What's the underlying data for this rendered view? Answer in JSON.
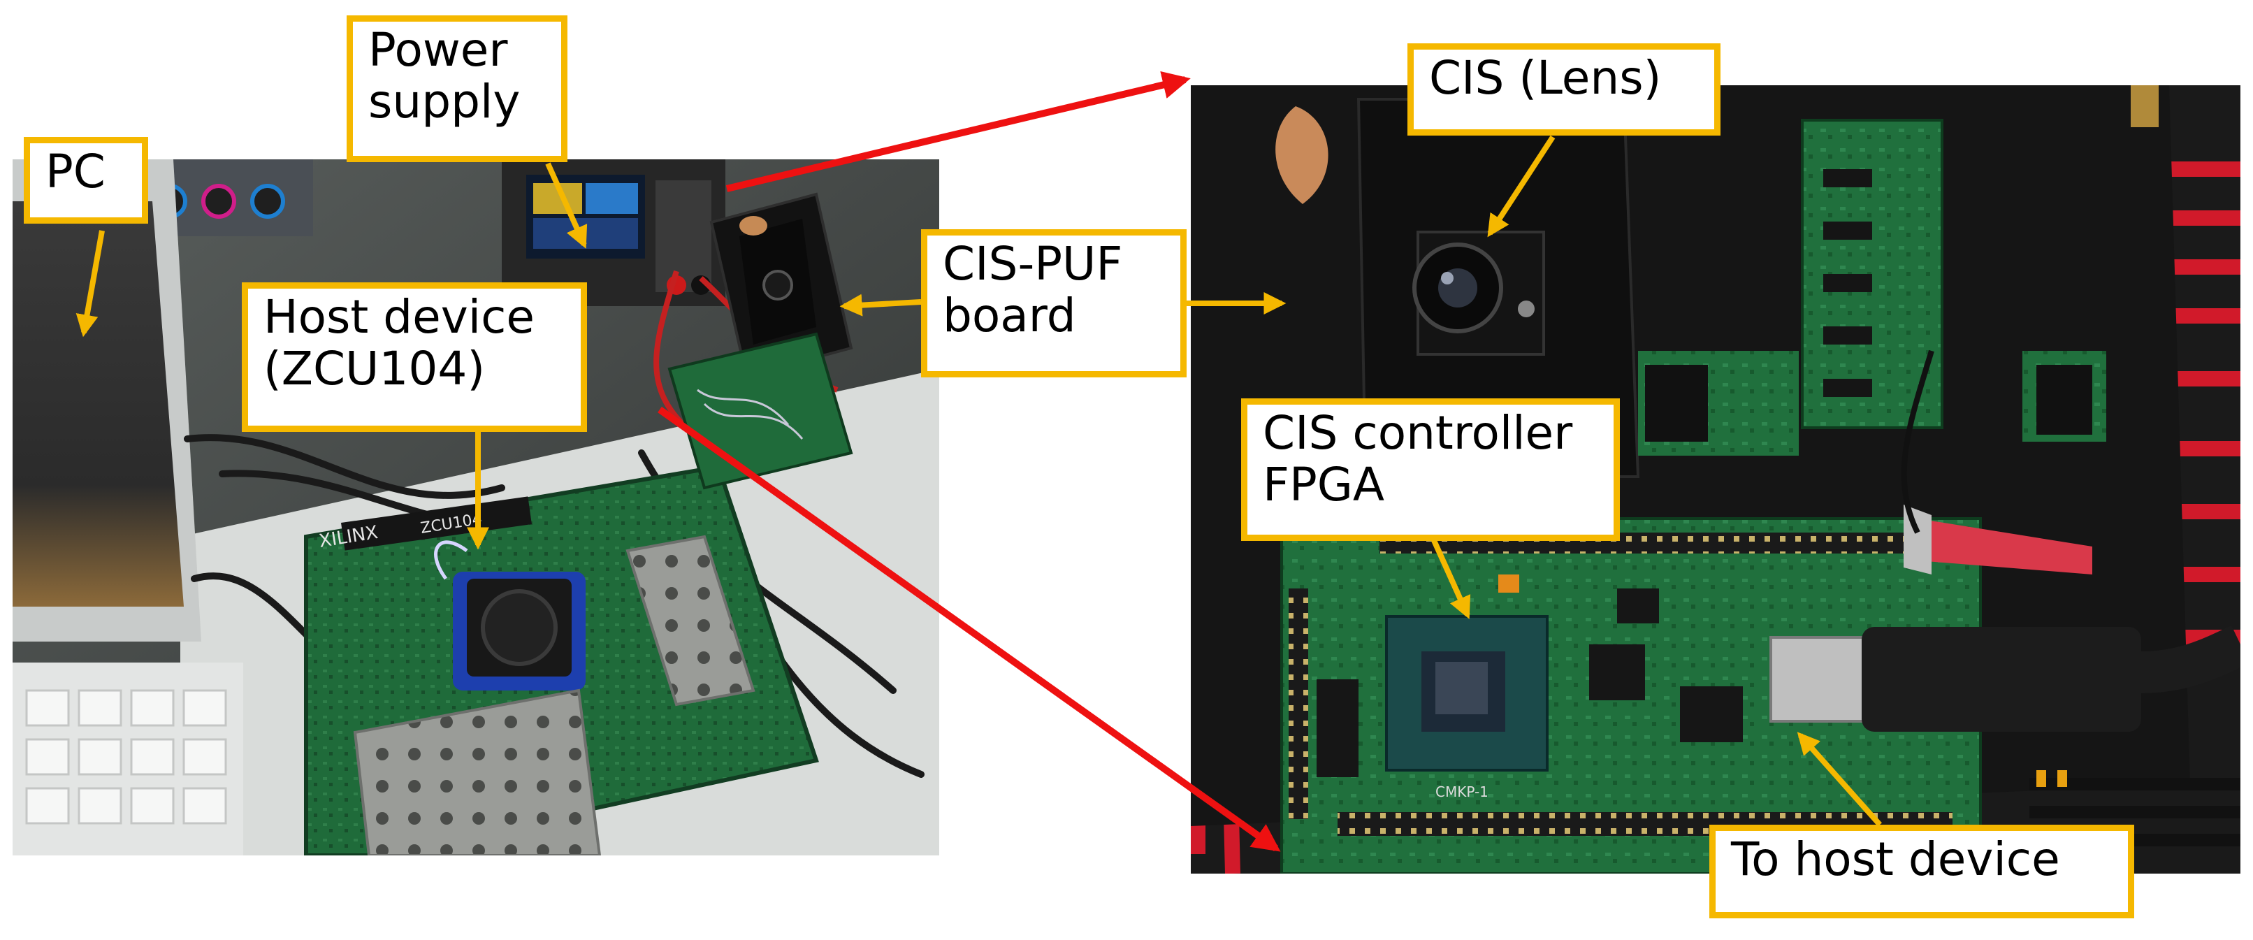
{
  "labels": {
    "pc": "PC",
    "power_supply": "Power\nsupply",
    "host_device": "Host device\n(ZCU104)",
    "cis_puf_board": "CIS-PUF\nboard",
    "cis_lens": "CIS (Lens)",
    "cis_controller": "CIS controller\nFPGA",
    "to_host_device": "To host device"
  },
  "photo_text": {
    "xilinx_logo": "XILINX",
    "board_model": "ZCU104",
    "board_silk": "CMKP-1"
  },
  "colors": {
    "label_border": "#f5b800",
    "callout_arrow": "#f5b800",
    "zoom_arrow": "#ee1111",
    "pcb_green": "#1f6b3a",
    "board_black": "#141414"
  }
}
